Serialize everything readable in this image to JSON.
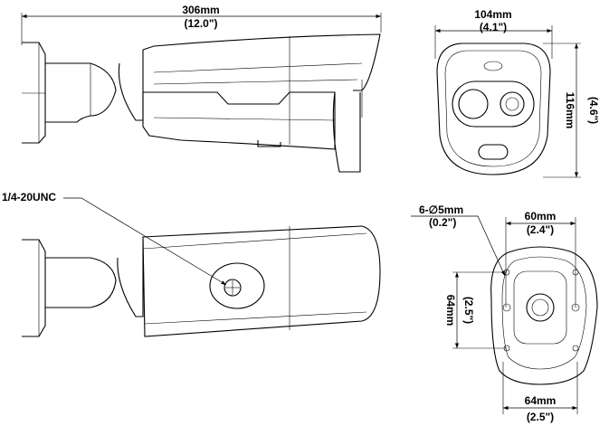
{
  "side_view": {
    "length_mm": "306mm",
    "length_in": "(12.0\")"
  },
  "front_view": {
    "width_mm": "104mm",
    "width_in": "(4.1\")",
    "height_mm": "116mm",
    "height_in": "(4.6\")"
  },
  "bottom_view": {
    "thread_label": "1/4-20UNC"
  },
  "mount_view": {
    "hole_mm": "6-∅5mm",
    "hole_in": "(0.2\")",
    "top_width_mm": "60mm",
    "top_width_in": "(2.4\")",
    "height_mm": "64mm",
    "height_in": "(2.5\")",
    "bottom_width_mm": "64mm",
    "bottom_width_in": "(2.5\")"
  }
}
